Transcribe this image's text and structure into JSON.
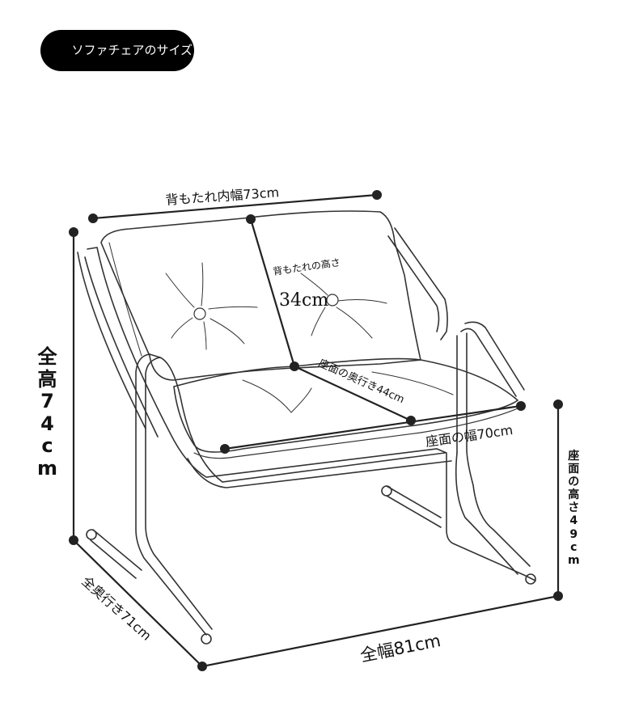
{
  "header": {
    "title": "ソファチェアのサイズ"
  },
  "dimensions": {
    "back_inner_width": "背もたれ内幅73cm",
    "back_height_label": "背もたれの高さ",
    "back_height_value": "34cm",
    "seat_depth": "座面の奥行き44cm",
    "seat_width": "座面の幅70cm",
    "total_height": [
      "全",
      "高",
      "7",
      "4",
      "c",
      "m"
    ],
    "seat_height": [
      "座",
      "面",
      "の",
      "高",
      "さ",
      "4",
      "9",
      "c",
      "m"
    ],
    "total_depth": "全奥行き71cm",
    "total_width": "全幅81cm"
  }
}
